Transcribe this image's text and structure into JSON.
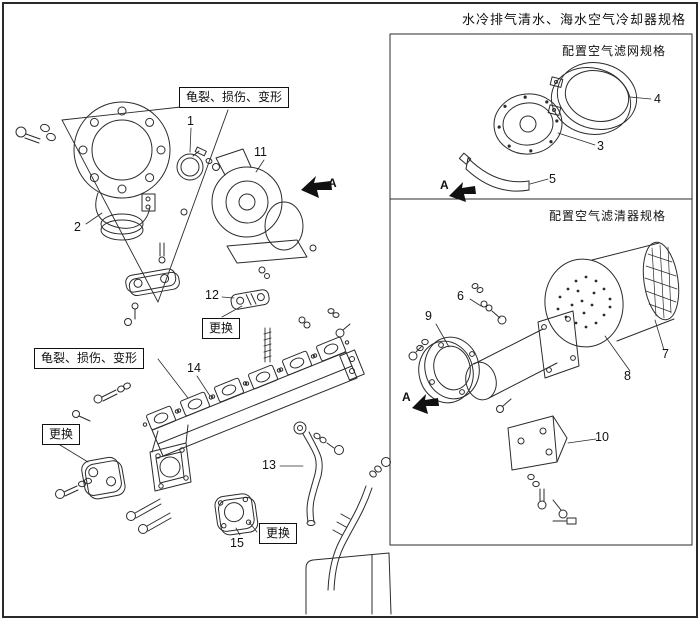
{
  "page_title": "水冷排气清水、海水空气冷却器规格",
  "main_diagram": {
    "callout_top": "龟裂、损伤、变形",
    "callout_manifold": "龟裂、损伤、变形",
    "replace_gasket12": "更换",
    "replace_gasket_front": "更换",
    "replace_gasket15": "更换",
    "view_label": "A",
    "parts": {
      "p1": "1",
      "p2": "2",
      "p11": "11",
      "p12": "12",
      "p13": "13",
      "p14": "14",
      "p15": "15"
    }
  },
  "inset_panel": {
    "filter_screen_section": {
      "title": "配置空气滤网规格",
      "view_label": "A",
      "parts": {
        "p3": "3",
        "p4": "4",
        "p5": "5"
      }
    },
    "air_cleaner_section": {
      "title": "配置空气滤清器规格",
      "view_label": "A",
      "parts": {
        "p6": "6",
        "p7": "7",
        "p8": "8",
        "p9": "9",
        "p10": "10"
      }
    }
  }
}
